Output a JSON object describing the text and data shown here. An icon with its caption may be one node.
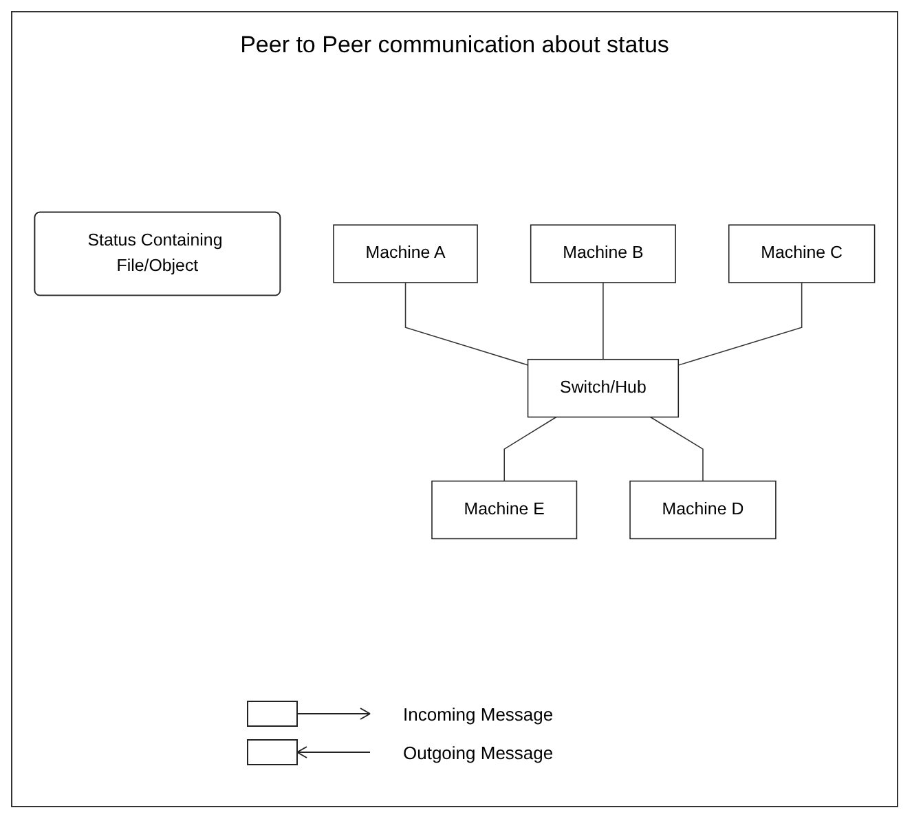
{
  "diagram": {
    "title": "Peer to Peer communication about status",
    "nodes": [
      {
        "text": [
          "Status Containing File/Object"
        ]
      },
      {
        "text": [
          "Machine A"
        ]
      },
      {
        "text": [
          "Machine B"
        ]
      },
      {
        "text": [
          "Machine C"
        ]
      },
      {
        "text": [
          "Switch/Hub"
        ]
      },
      {
        "text": [
          "Machine E"
        ]
      },
      {
        "text": [
          "Machine D"
        ]
      }
    ],
    "edges": [
      {
        "from": 1,
        "to": 4,
        "arrow": "none"
      },
      {
        "from": 2,
        "to": 4,
        "arrow": "none"
      },
      {
        "from": 3,
        "to": 4,
        "arrow": "none"
      },
      {
        "from": 4,
        "to": 5,
        "arrow": "none"
      },
      {
        "from": 4,
        "to": 6,
        "arrow": "none"
      }
    ],
    "legend": [
      {
        "text": "Incoming Message"
      },
      {
        "text": "Outgoing Message"
      }
    ]
  }
}
